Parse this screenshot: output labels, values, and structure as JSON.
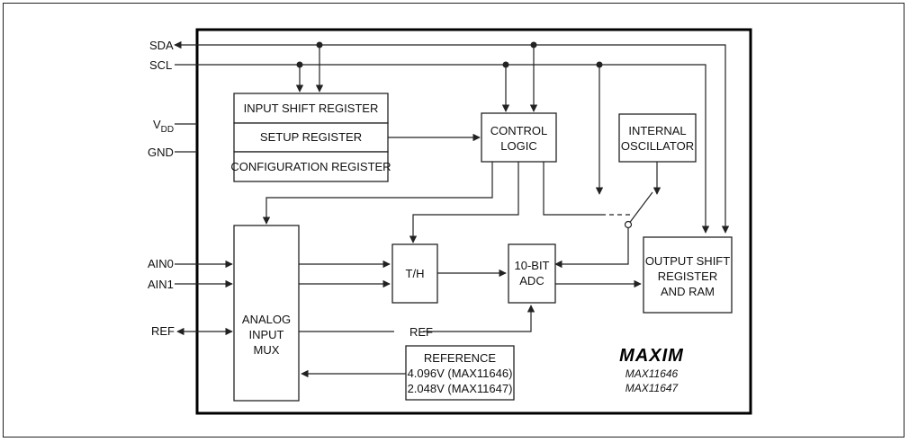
{
  "pins": {
    "sda": "SDA",
    "scl": "SCL",
    "vdd_main": "V",
    "vdd_sub": "DD",
    "gnd": "GND",
    "ain0": "AIN0",
    "ain1": "AIN1",
    "ref": "REF"
  },
  "blocks": {
    "input_shift_register": "INPUT SHIFT REGISTER",
    "setup_register": "SETUP REGISTER",
    "configuration_register": "CONFIGURATION REGISTER",
    "control_logic": [
      "CONTROL",
      "LOGIC"
    ],
    "internal_oscillator": [
      "INTERNAL",
      "OSCILLATOR"
    ],
    "analog_input_mux": [
      "ANALOG",
      "INPUT",
      "MUX"
    ],
    "track_hold": "T/H",
    "adc": [
      "10-BIT",
      "ADC"
    ],
    "output_shift_register": [
      "OUTPUT SHIFT",
      "REGISTER",
      "AND RAM"
    ],
    "reference": [
      "REFERENCE",
      "4.096V (MAX11646)",
      "2.048V (MAX11647)"
    ]
  },
  "signals": {
    "ref_internal": "REF"
  },
  "brand": {
    "logo": "MAXIM",
    "part_numbers": [
      "MAX11646",
      "MAX11647"
    ]
  }
}
